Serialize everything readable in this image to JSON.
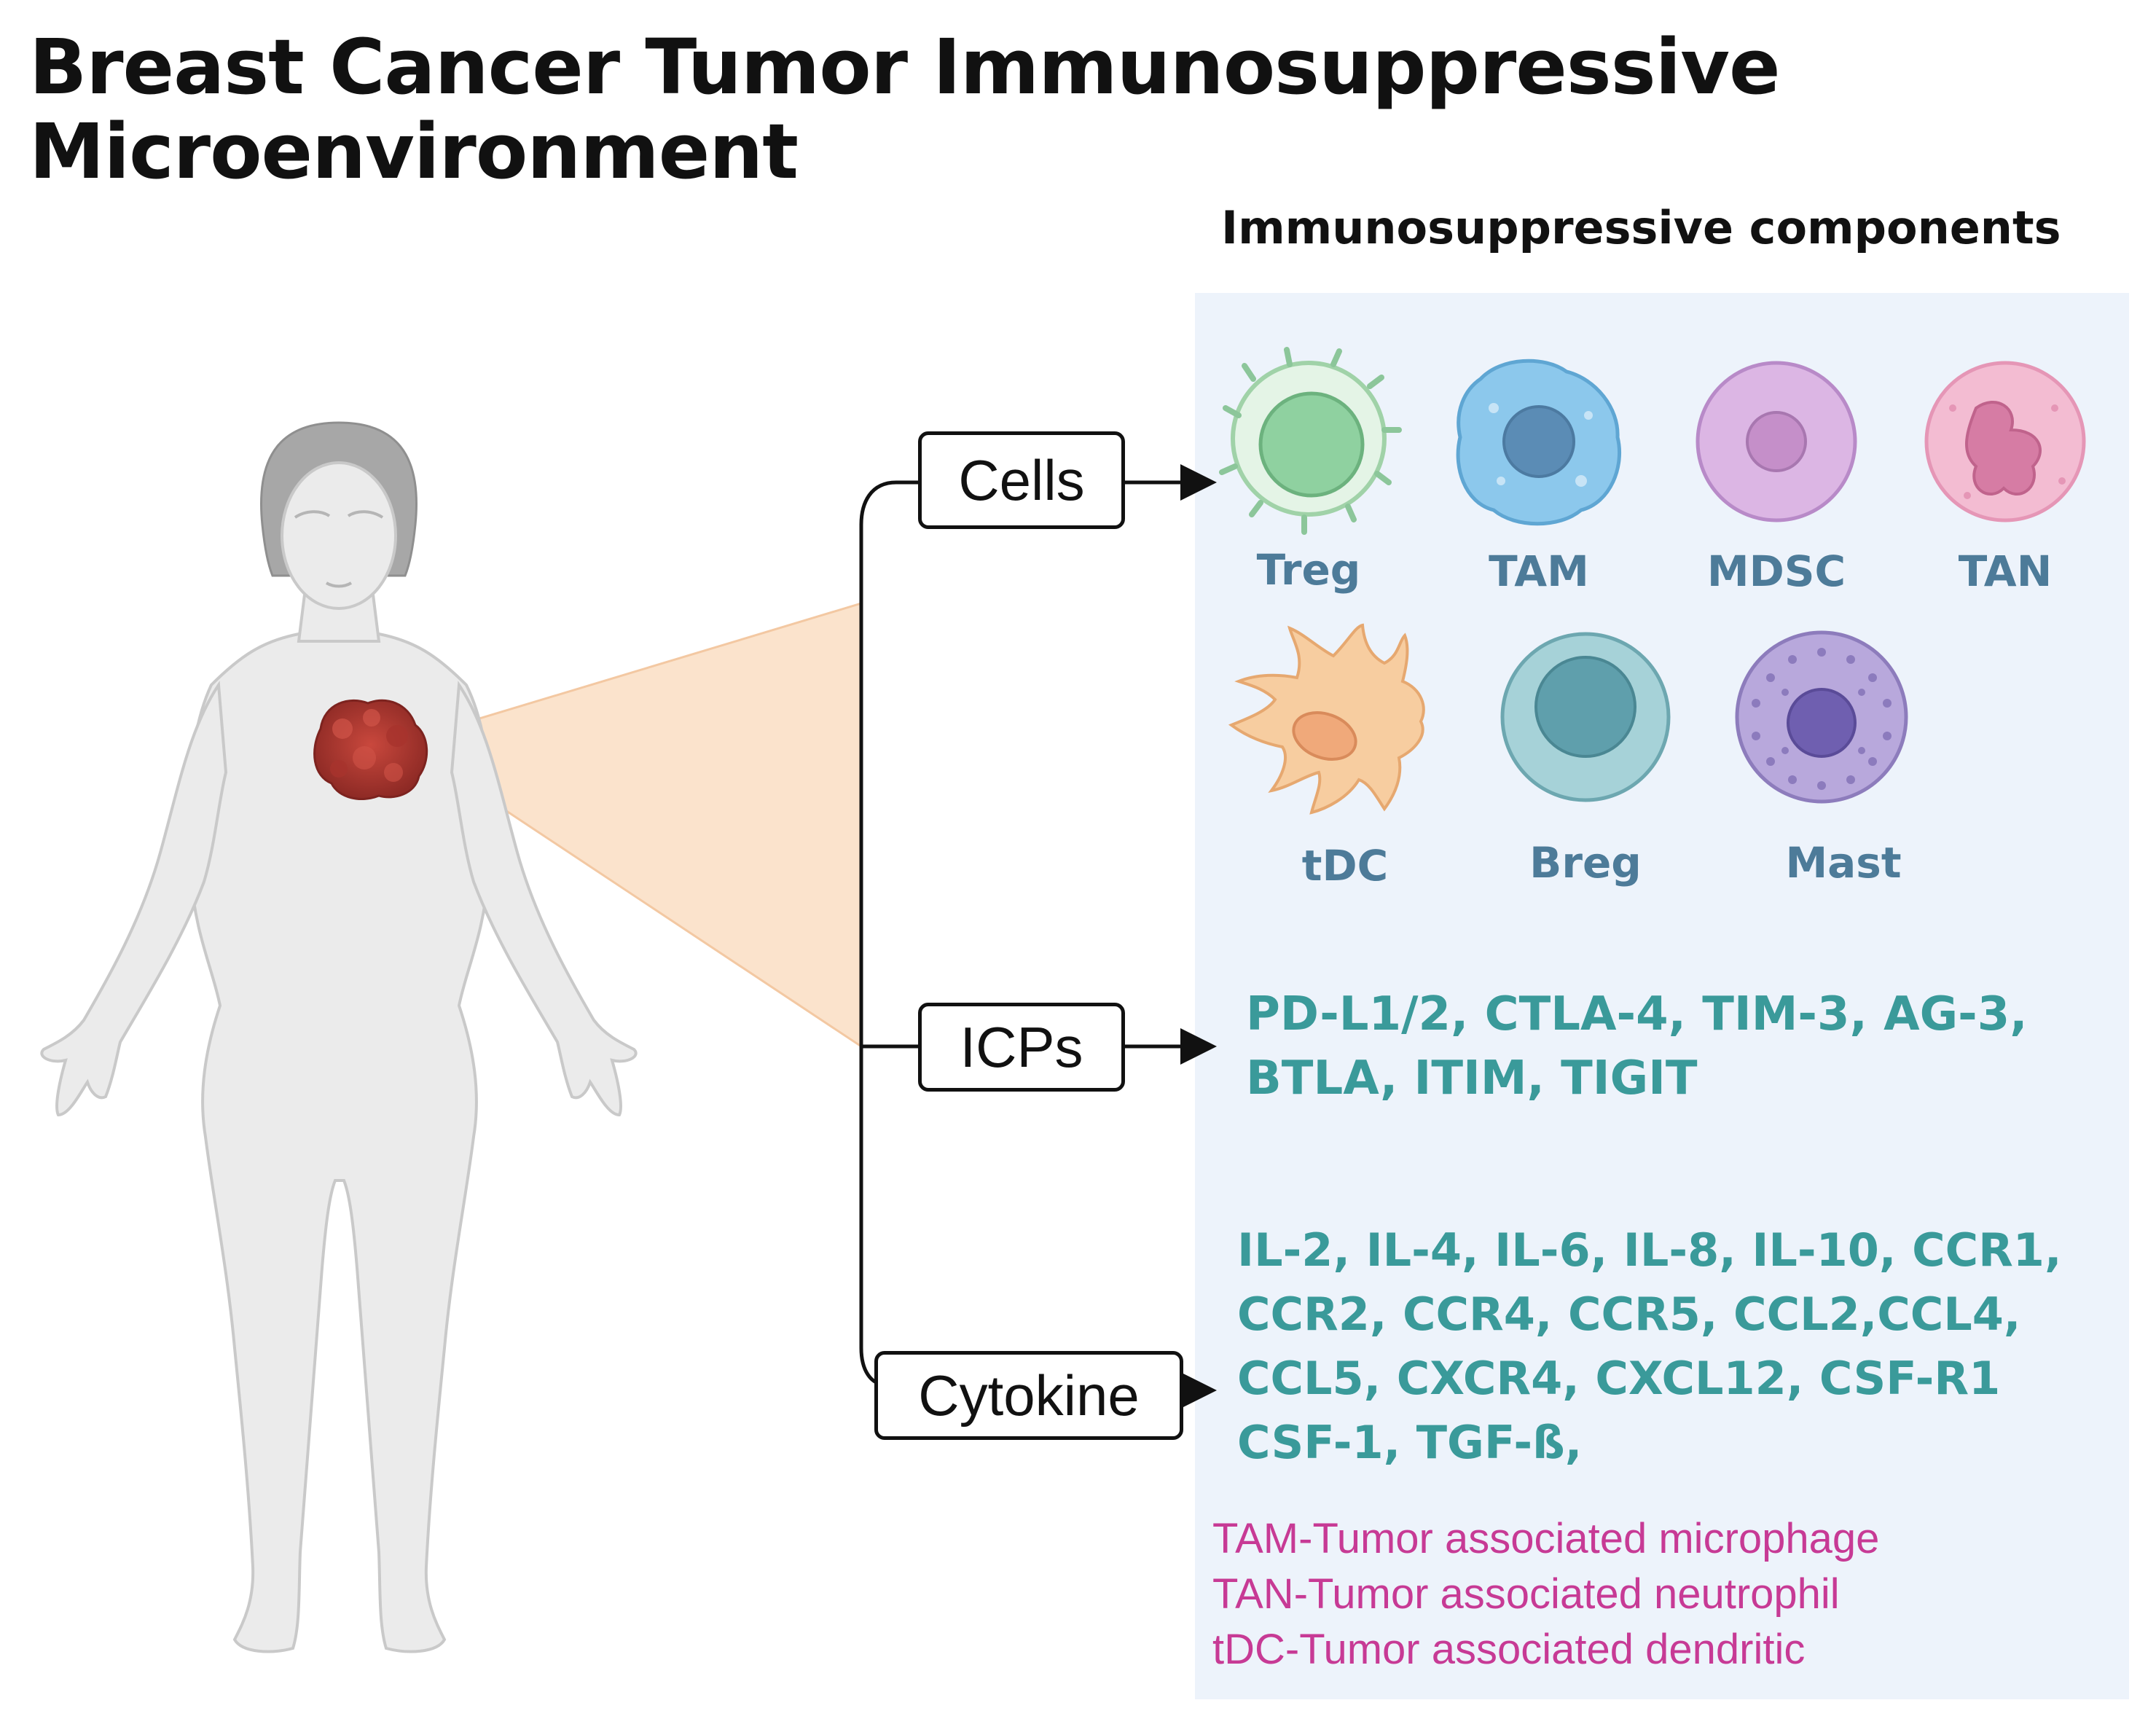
{
  "title_lines": [
    "Breast Cancer Tumor Immunosuppressive",
    "Microenvironment"
  ],
  "section_heading": "Immunosuppressive components",
  "categories": {
    "cells": "Cells",
    "icps": "ICPs",
    "cytokine": "Cytokine"
  },
  "cells": [
    {
      "label": "Treg",
      "icon": "treg-cell-icon",
      "color": "#a6dcb0"
    },
    {
      "label": "TAM",
      "icon": "tam-cell-icon",
      "color": "#8cc8ec"
    },
    {
      "label": "MDSC",
      "icon": "mdsc-cell-icon",
      "color": "#dcb6e4"
    },
    {
      "label": "TAN",
      "icon": "tan-cell-icon",
      "color": "#f3bcd2"
    },
    {
      "label": "tDC",
      "icon": "tdc-cell-icon",
      "color": "#f7cda0"
    },
    {
      "label": "Breg",
      "icon": "breg-cell-icon",
      "color": "#8fc6cc"
    },
    {
      "label": "Mast",
      "icon": "mast-cell-icon",
      "color": "#b8a8dc"
    }
  ],
  "icps_lines": [
    "PD-L1/2, CTLA-4, TIM-3, AG-3,",
    "BTLA, ITIM, TIGIT"
  ],
  "cytokine_lines": [
    "IL-2, IL-4, IL-6, IL-8, IL-10, CCR1,",
    "CCR2, CCR4, CCR5, CCL2,CCL4,",
    "CCL5, CXCR4, CXCL12, CSF-R1",
    "CSF-1, TGF-ß,"
  ],
  "legend": [
    "TAM-Tumor associated microphage",
    "TAN-Tumor associated neutrophil",
    "tDC-Tumor associated dendritic"
  ],
  "colors": {
    "panel": "#edf3fb",
    "cell_label": "#4d7b99",
    "list_text": "#3a9a9a",
    "legend_text": "#c73a95",
    "tumor": "#b23a32",
    "zoom_cone": "#fbe3cc",
    "body": "#ebebeb"
  }
}
